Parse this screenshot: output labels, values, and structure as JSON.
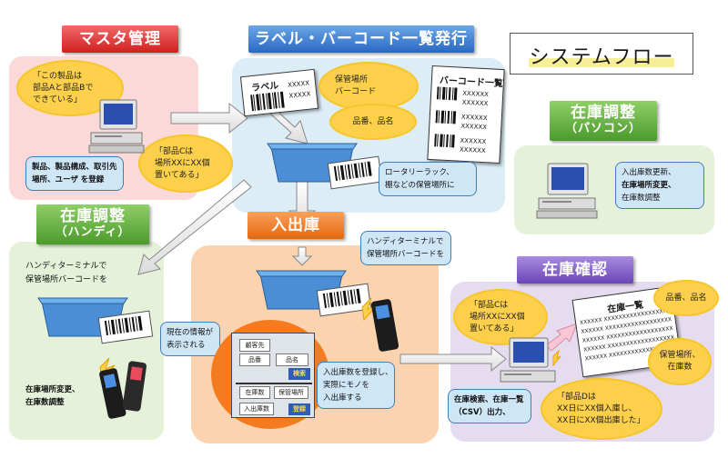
{
  "title": "システムフロー",
  "colors": {
    "master": "#d11f1f",
    "label_issue": "#2a69c2",
    "inventory_adjust": "#4c9a2c",
    "inout": "#e4670f",
    "inventory_check": "#6a45b8",
    "cloud": "#fcd04a",
    "callout": "#cfe6f7"
  },
  "sections": {
    "master": "マスタ管理",
    "label_issue": "ラベル・バーコード一覧発行",
    "inventory_adjust_pc": {
      "title": "在庫調整",
      "sub": "（パソコン）"
    },
    "inventory_adjust_handy": {
      "title": "在庫調整",
      "sub": "（ハンディ）"
    },
    "inout": "入出庫",
    "inventory_check": "在庫確認"
  },
  "master": {
    "cloud_lines": [
      "「この製品は",
      "部品Aと部品Bで",
      "できている」"
    ],
    "cloud2_lines": [
      "「部品Cは",
      "場所XXにXX個",
      "置いてある」"
    ],
    "callout_lines": [
      "製品、製品構成、取引先",
      "場所、ユーザ を登録"
    ]
  },
  "label_issue": {
    "label_sheet": {
      "title": "ラベル",
      "code": "XXXXX"
    },
    "list_sheet": {
      "title": "バーコード一覧",
      "code": "XXXXXX"
    },
    "cloud_top_lines": [
      "保管場所",
      "バーコード"
    ],
    "cloud_bottom": "品番、品名",
    "note_lines": [
      "ロータリーラック、",
      "棚などの保管場所に"
    ]
  },
  "inventory_adjust_pc": {
    "callout_lines": [
      "入出庫数更新、",
      "在庫場所変更、",
      "在庫数調整"
    ]
  },
  "inventory_adjust_handy": {
    "note_lines": [
      "ハンディターミナルで",
      "保管場所バーコードを"
    ],
    "callout_lines": [
      "在庫場所変更、",
      "在庫数調整"
    ]
  },
  "inout": {
    "note_lines": [
      "ハンディターミナルで",
      "保管場所バーコードを"
    ],
    "screen_note_lines": [
      "現在の情報が",
      "表示される"
    ],
    "screen_fields": [
      "顧客先",
      "品番",
      "品名",
      "在庫数",
      "保管場所",
      "入出庫数"
    ],
    "screen_tags": [
      "検索",
      "登録"
    ],
    "callout_lines": [
      "入出庫数を登録し、",
      "実際にモノを",
      "入出庫する"
    ]
  },
  "inventory_check": {
    "cloud_left_lines": [
      "「部品Cは",
      "場所XXにXX個",
      "置いてある」"
    ],
    "sheet_title": "在庫一覧",
    "sheet_code": "XXXXXX XXXXXXXXXXXXXXXXXX",
    "cloud_right_top": "品番、品名",
    "cloud_right_mid_lines": [
      "保管場所、",
      "在庫数"
    ],
    "callout_lines": [
      "在庫検索、在庫一覧",
      "（CSV）出力、"
    ],
    "cloud_bottom_lines": [
      "「部品Dは",
      "XX日にXX個入庫し、",
      "XX日にXX個出庫した」"
    ]
  }
}
